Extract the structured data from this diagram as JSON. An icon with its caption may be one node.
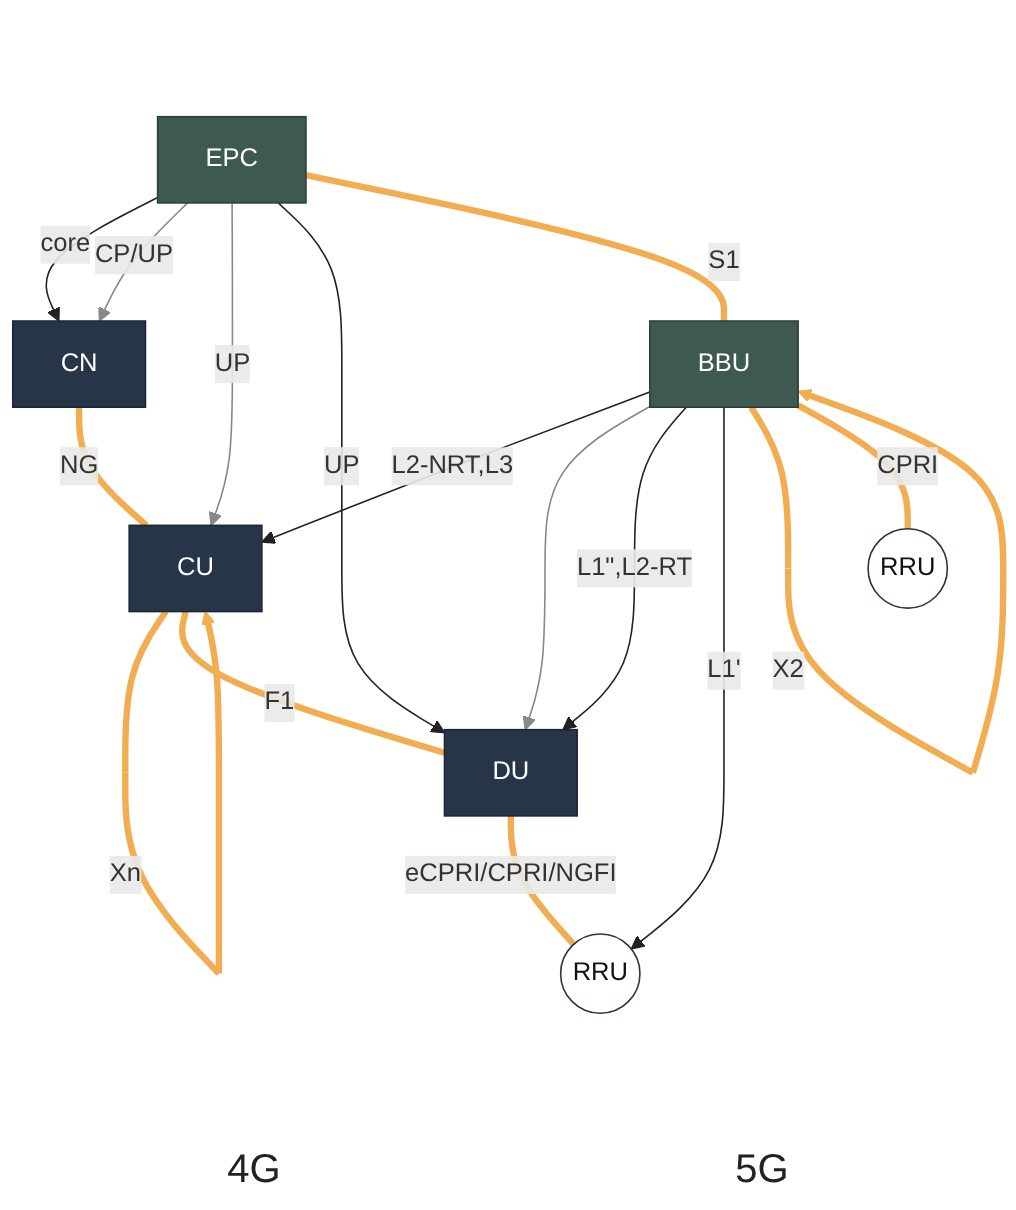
{
  "diagram": {
    "nodes": [
      {
        "text": [
          "EPC"
        ]
      },
      {
        "text": [
          "CN"
        ]
      },
      {
        "text": [
          "CU"
        ]
      },
      {
        "text": [
          "BBU"
        ]
      },
      {
        "text": [
          "DU"
        ]
      },
      {
        "text": [
          "RRU"
        ]
      },
      {
        "text": [
          "RRU"
        ]
      }
    ],
    "edges": [
      {
        "from": 0,
        "to": 1,
        "arrow": "to",
        "label": "core",
        "color": "#222222"
      },
      {
        "from": 0,
        "to": 1,
        "arrow": "to",
        "label": "CP/UP",
        "color": "#888888"
      },
      {
        "from": 0,
        "to": 2,
        "arrow": "to",
        "label": "UP",
        "color": "#888888"
      },
      {
        "from": 0,
        "to": 4,
        "arrow": "to",
        "label": "UP",
        "color": "#222222"
      },
      {
        "from": 3,
        "to": 2,
        "arrow": "to",
        "label": "L2-NRT,L3",
        "color": "#222222"
      },
      {
        "from": 3,
        "to": 4,
        "arrow": "to",
        "color": "#888888"
      },
      {
        "from": 3,
        "to": 4,
        "arrow": "to",
        "label": "L1\",L2-RT",
        "color": "#222222"
      },
      {
        "from": 3,
        "to": 6,
        "arrow": "to",
        "label": "L1'",
        "color": "#222222"
      },
      {
        "from": 0,
        "to": 3,
        "arrow": "none",
        "label": "S1",
        "style": "thick",
        "color": "#f2ad52"
      },
      {
        "from": 3,
        "to": 3,
        "arrow": "to",
        "label": "X2",
        "style": "thick",
        "color": "#f2ad52"
      },
      {
        "from": 1,
        "to": 2,
        "arrow": "none",
        "label": "NG",
        "style": "thick",
        "color": "#f2ad52"
      },
      {
        "from": 2,
        "to": 2,
        "arrow": "to",
        "label": "Xn",
        "style": "thick",
        "color": "#f2ad52"
      },
      {
        "from": 2,
        "to": 4,
        "arrow": "none",
        "label": "F1",
        "style": "thick",
        "color": "#f2ad52"
      },
      {
        "from": 4,
        "to": 6,
        "arrow": "none",
        "label": "eCPRI/CPRI/NGFI",
        "style": "thick",
        "color": "#f2ad52"
      },
      {
        "from": 3,
        "to": 5,
        "arrow": "none",
        "label": "CPRI",
        "style": "thick",
        "color": "#f2ad52"
      }
    ],
    "labels": [
      "4G",
      "5G"
    ]
  }
}
